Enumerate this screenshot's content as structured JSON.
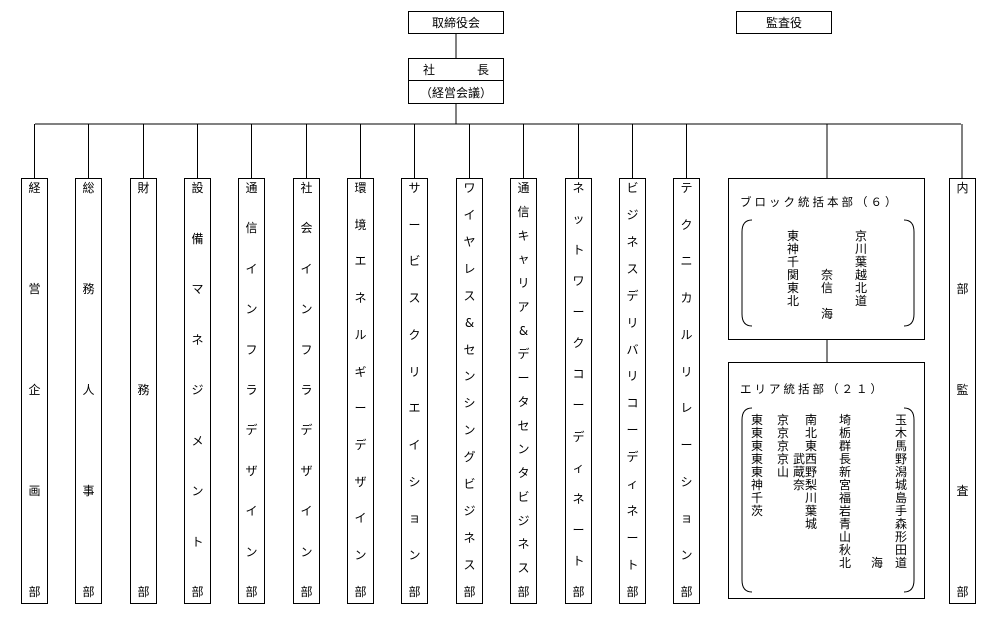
{
  "board": "取締役会",
  "auditor": "監査役",
  "president": {
    "title_left": "社",
    "title_right": "長",
    "subtitle": "（経営会議）"
  },
  "departments": [
    "経営企画部",
    "総務人事部",
    "財務部",
    "設備マネジメント部",
    "通信インフラデザイン部",
    "社会インフラデザイン部",
    "環境エネルギーデザイン部",
    "サービスクリエイション部",
    "ワイヤレス&センシングビジネス部",
    "通信キャリア&データセンタビジネス部",
    "ネットワークコーディネート部",
    "ビジネスデリバリコーディネート部",
    "テクニカルリレーション部"
  ],
  "block_hq": {
    "title": "ブロック統括本部（６）",
    "columns": [
      "東神千関東北",
      "　　　奈信　海",
      "京川葉越北道"
    ]
  },
  "area_hq": {
    "title": "エリア統括部（２１）",
    "columns": [
      "東東東東東神千茨",
      "京京京京山",
      "　　　武蔵奈",
      "南北東西野梨川葉城",
      "埼栃群長新宮福岩青山秋北",
      "　　　　　　　　　　　海",
      "玉木馬野潟城島手森形田道"
    ]
  },
  "internal_audit": "内部監査部"
}
